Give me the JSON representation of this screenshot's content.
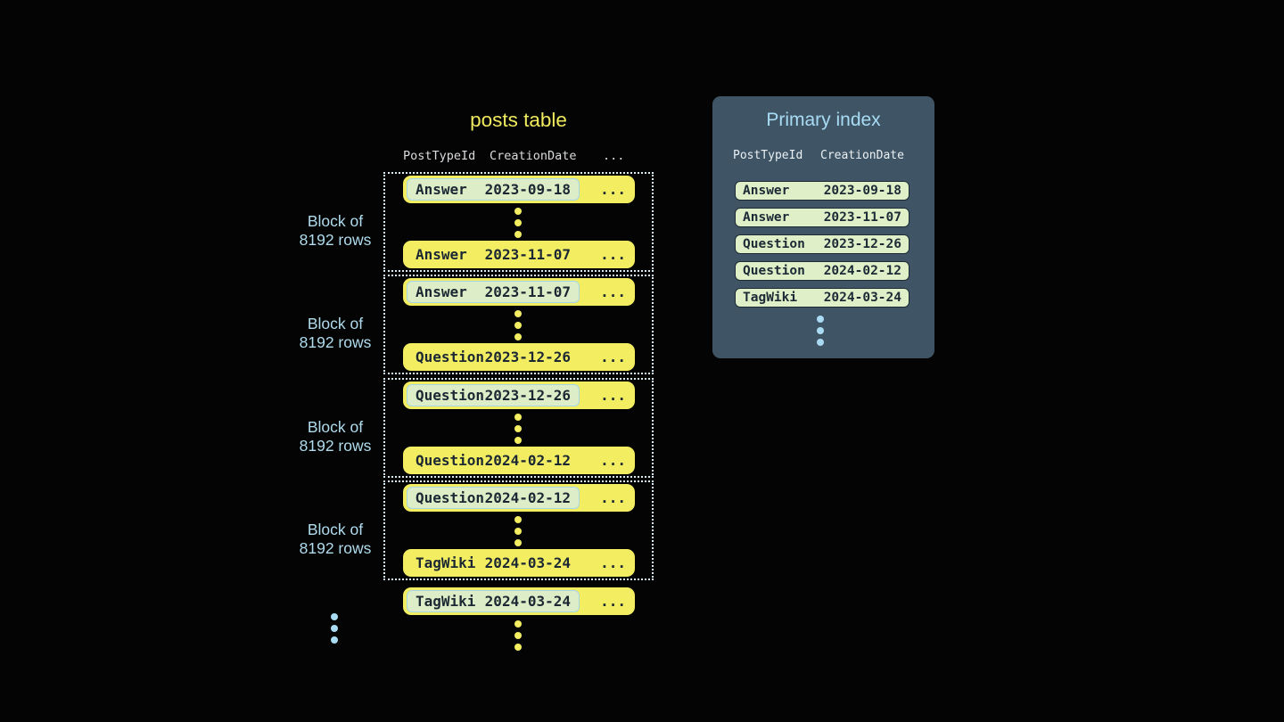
{
  "posts_table": {
    "title": "posts table",
    "headers": {
      "col1": "PostTypeId",
      "col2": "CreationDate",
      "col3": "..."
    },
    "row_ellipsis": "...",
    "blocks": [
      {
        "label": {
          "line1": "Block of",
          "line2": "8192 rows"
        },
        "first_row": {
          "post_type": "Answer",
          "creation_date": "2023-09-18"
        },
        "last_row": {
          "post_type": "Answer",
          "creation_date": "2023-11-07"
        }
      },
      {
        "label": {
          "line1": "Block of",
          "line2": "8192 rows"
        },
        "first_row": {
          "post_type": "Answer",
          "creation_date": "2023-11-07"
        },
        "last_row": {
          "post_type": "Question",
          "creation_date": "2023-12-26"
        }
      },
      {
        "label": {
          "line1": "Block of",
          "line2": "8192 rows"
        },
        "first_row": {
          "post_type": "Question",
          "creation_date": "2023-12-26"
        },
        "last_row": {
          "post_type": "Question",
          "creation_date": "2024-02-12"
        }
      },
      {
        "label": {
          "line1": "Block of",
          "line2": "8192 rows"
        },
        "first_row": {
          "post_type": "Question",
          "creation_date": "2024-02-12"
        },
        "last_row": {
          "post_type": "TagWiki",
          "creation_date": "2024-03-24"
        }
      }
    ],
    "next_block_first_row": {
      "post_type": "TagWiki",
      "creation_date": "2024-03-24"
    }
  },
  "primary_index": {
    "title": "Primary index",
    "headers": {
      "col1": "PostTypeId",
      "col2": "CreationDate"
    },
    "rows": [
      {
        "post_type": "Answer",
        "creation_date": "2023-09-18"
      },
      {
        "post_type": "Answer",
        "creation_date": "2023-11-07"
      },
      {
        "post_type": "Question",
        "creation_date": "2023-12-26"
      },
      {
        "post_type": "Question",
        "creation_date": "2024-02-12"
      },
      {
        "post_type": "TagWiki",
        "creation_date": "2024-03-24"
      }
    ]
  },
  "colors": {
    "background": "#040404",
    "row_yellow": "#f3ed62",
    "title_yellow": "#f0ea5e",
    "dark_navy_text": "#1b2833",
    "highlight_green": "#dcedc8",
    "highlight_border_teal": "#a4d6e8",
    "index_row_green": "#dff0c9",
    "index_panel_slate": "#3f5565",
    "light_blue_text": "#a9dcf2",
    "column_header_gray": "#d9dcde",
    "dotted_border": "#d8edf5"
  }
}
